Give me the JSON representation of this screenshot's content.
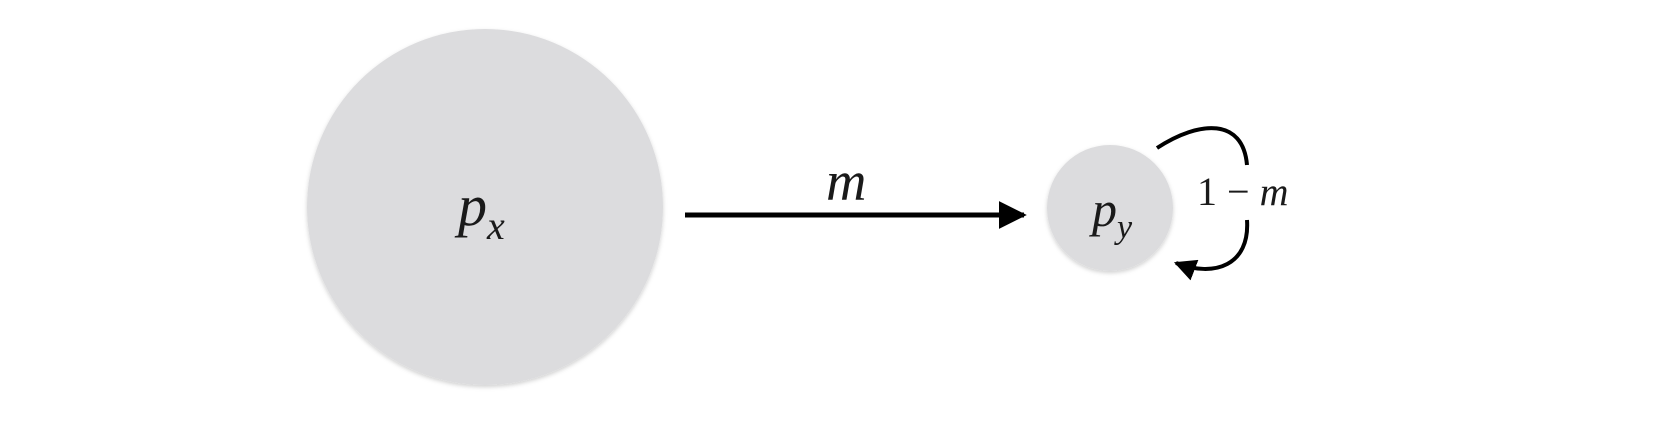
{
  "nodes": {
    "px": {
      "base": "p",
      "subscript": "x"
    },
    "py": {
      "base": "p",
      "subscript": "y"
    }
  },
  "edges": {
    "transition": {
      "label": "m"
    },
    "self_loop": {
      "label_one": "1",
      "label_minus": "−",
      "label_m": "m"
    }
  },
  "colors": {
    "node_fill": "#dcdcde",
    "stroke": "#000000",
    "text": "#1a1a1a"
  }
}
